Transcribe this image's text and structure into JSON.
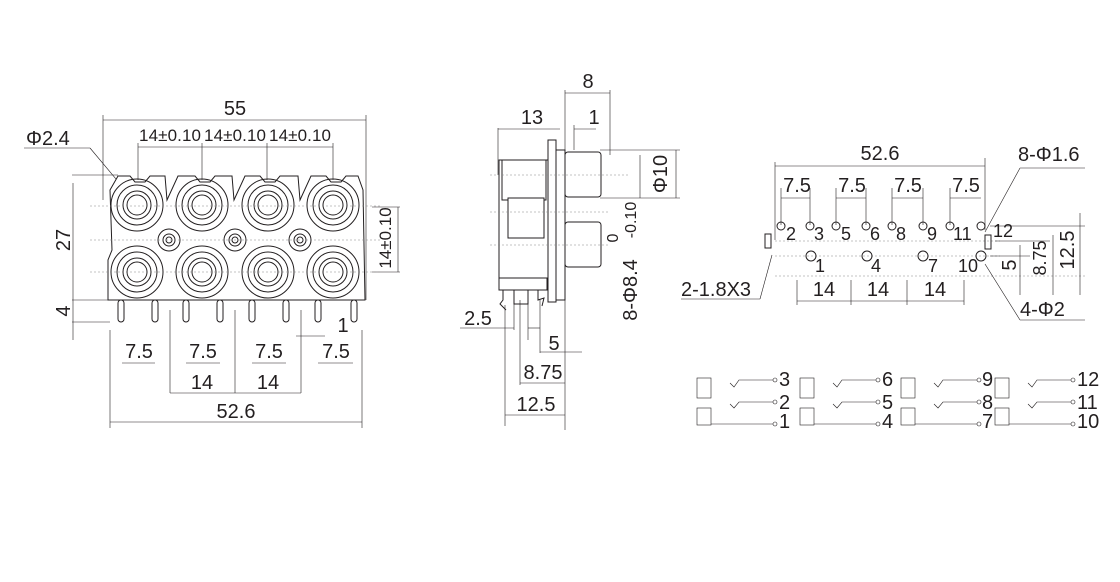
{
  "front_view": {
    "overall_width": "55",
    "pitch_labels": [
      "14±0.10",
      "14±0.10",
      "14±0.10"
    ],
    "hole_label": "Φ2.4",
    "height": "27",
    "row_pitch": "14±0.10",
    "pin_length": "4",
    "pin_offset": "1",
    "pin_spacing_labels": [
      "7.5",
      "7.5",
      "7.5",
      "7.5"
    ],
    "group_spacing_labels": [
      "14",
      "14"
    ],
    "pin_span": "52.6"
  },
  "side_view": {
    "jack_depth": "8",
    "body_depth": "13",
    "flange": "1",
    "jack_diameter": "Φ10",
    "jack_spec": "8-Φ8.4",
    "jack_tol_upper": "0",
    "jack_tol_lower": "-0.10",
    "pin_a": "2.5",
    "pin_b": "5",
    "pin_c": "8.75",
    "pin_d": "12.5"
  },
  "pcb_layout": {
    "span": "52.6",
    "pitch_labels": [
      "7.5",
      "7.5",
      "7.5",
      "7.5"
    ],
    "small_hole_label": "8-Φ1.6",
    "large_hole_label": "4-Φ2",
    "slot_label": "2-1.8X3",
    "group_spacing_labels": [
      "14",
      "14",
      "14"
    ],
    "row_dims": [
      "5",
      "8.75",
      "12.5"
    ],
    "top_pins": [
      "2",
      "3",
      "5",
      "6",
      "8",
      "9",
      "11",
      "12"
    ],
    "bottom_pins": [
      "1",
      "4",
      "7",
      "10"
    ]
  },
  "schematic": {
    "groups": [
      {
        "pins": [
          "3",
          "2",
          "1"
        ]
      },
      {
        "pins": [
          "6",
          "5",
          "4"
        ]
      },
      {
        "pins": [
          "9",
          "8",
          "7"
        ]
      },
      {
        "pins": [
          "12",
          "11",
          "10"
        ]
      }
    ]
  }
}
